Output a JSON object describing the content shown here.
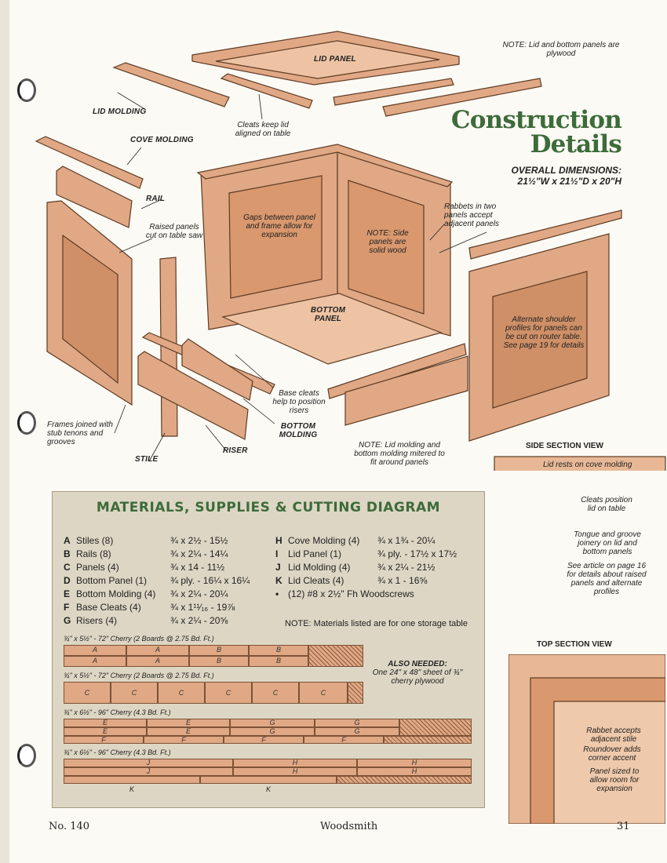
{
  "header": {
    "note": "NOTE: Lid and bottom panels are plywood",
    "title_line1": "Construction",
    "title_line2": "Details",
    "dims_label": "OVERALL DIMENSIONS:",
    "dims_value": "21½\"W x 21½\"D x 20\"H"
  },
  "labels": {
    "lid_panel": "LID PANEL",
    "lid_molding": "LID MOLDING",
    "cleats": "Cleats keep lid aligned on table",
    "cove_molding": "COVE MOLDING",
    "rail": "RAIL",
    "raised_panels": "Raised panels cut on table saw",
    "gaps": "Gaps between panel and frame allow for expansion",
    "note_side": "NOTE: Side panels are solid wood",
    "rabbets": "Rabbets in two panels accept adjacent panels",
    "bottom_panel": "BOTTOM PANEL",
    "alternate": "Alternate shoulder profiles for panels can be cut on router table. See page 19 for details",
    "base_cleats": "Base cleats help to position risers",
    "bottom_molding": "BOTTOM MOLDING",
    "frames": "Frames joined with stub tenons and grooves",
    "stile": "STILE",
    "riser": "RISER",
    "note_lid_molding": "NOTE: Lid molding and bottom molding mitered to fit around panels"
  },
  "side_section": {
    "heading": "SIDE SECTION VIEW",
    "lid_rests": "Lid rests on cove molding",
    "cleats_position": "Cleats position lid on table",
    "tongue": "Tongue and groove joinery on lid and bottom panels",
    "see_article": "See article on page 16 for details about raised panels and alternate profiles"
  },
  "top_section": {
    "heading": "TOP SECTION VIEW",
    "rabbet": "Rabbet accepts adjacent stile",
    "roundover": "Roundover adds corner accent",
    "panel_sized": "Panel sized to allow room for expansion"
  },
  "materials": {
    "title": "MATERIALS, SUPPLIES & CUTTING DIAGRAM",
    "left": [
      {
        "key": "A",
        "name": "Stiles (8)",
        "size": "¾ x 2½ - 15½"
      },
      {
        "key": "B",
        "name": "Rails (8)",
        "size": "¾ x 2¼ - 14¼"
      },
      {
        "key": "C",
        "name": "Panels (4)",
        "size": "¾ x 14 - 11½"
      },
      {
        "key": "D",
        "name": "Bottom Panel (1)",
        "size": "¾ ply. - 16¼ x 16¼"
      },
      {
        "key": "E",
        "name": "Bottom Molding (4)",
        "size": "¾ x 2¼ - 20¼"
      },
      {
        "key": "F",
        "name": "Base Cleats (4)",
        "size": "¾ x 1¹¹⁄₁₆ - 19⅞"
      },
      {
        "key": "G",
        "name": "Risers (4)",
        "size": "¾ x 2¼ - 20⅝"
      }
    ],
    "right": [
      {
        "key": "H",
        "name": "Cove Molding (4)",
        "size": "¾ x 1¾ - 20¼"
      },
      {
        "key": "I",
        "name": "Lid Panel (1)",
        "size": "¾ ply. - 17½ x 17½"
      },
      {
        "key": "J",
        "name": "Lid Molding (4)",
        "size": "¾ x 2¼ - 21½"
      },
      {
        "key": "K",
        "name": "Lid Cleats (4)",
        "size": "¾ x 1 - 16⅝"
      },
      {
        "key": "•",
        "name": "(12) #8 x 2½\" Fh Woodscrews",
        "size": ""
      }
    ],
    "note": "NOTE: Materials listed are for one storage table",
    "also_label": "ALSO NEEDED:",
    "also_text": "One 24\" x 48\" sheet of ¾\" cherry plywood",
    "boards": [
      {
        "caption": "¾\" x 5½\" - 72\" Cherry (2 Boards @ 2.75 Bd. Ft.)"
      },
      {
        "caption": "¾\" x 5½\" - 72\" Cherry (2 Boards @ 2.75 Bd. Ft.)"
      },
      {
        "caption": "¾\" x 6½\" - 96\" Cherry (4.3 Bd. Ft.)"
      },
      {
        "caption": "¾\" x 6½\" - 96\" Cherry (4.3 Bd. Ft.)"
      }
    ],
    "piece_letters": {
      "A": "A",
      "B": "B",
      "C": "C",
      "E": "E",
      "F": "F",
      "G": "G",
      "J": "J",
      "H": "H",
      "K": "K"
    }
  },
  "footer": {
    "issue": "No. 140",
    "magazine": "Woodsmith",
    "page": "31"
  },
  "colors": {
    "wood": "#e0a885",
    "wood_dark": "#b9754c",
    "title_green": "#3d6b3a",
    "box_bg": "#ddd6c4"
  }
}
